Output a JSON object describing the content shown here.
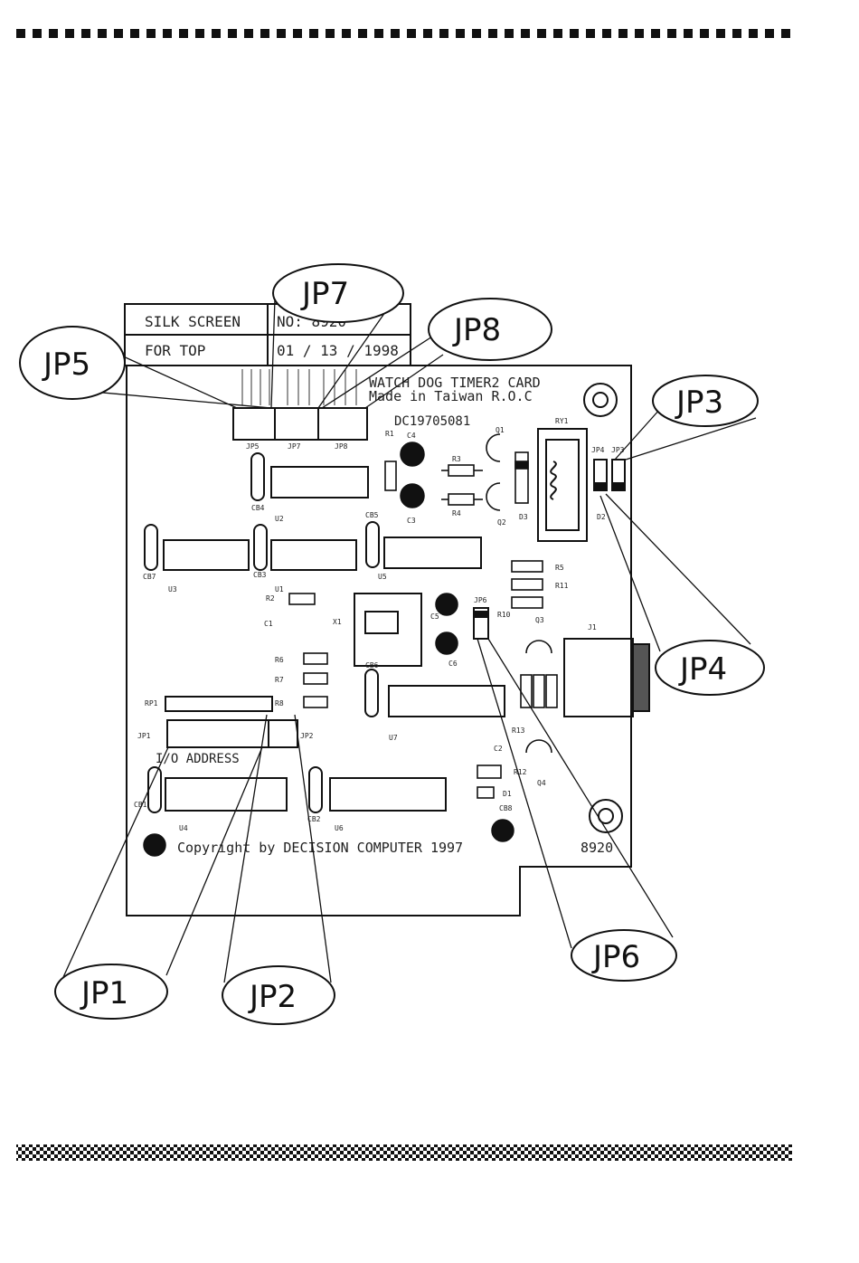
{
  "header_table": {
    "row1_left": "SILK SCREEN",
    "row1_right": "NO:  8920",
    "row2_left": "FOR TOP",
    "row2_right": "01 / 13 / 1998"
  },
  "board": {
    "title_line1": "WATCH DOG TIMER2 CARD",
    "title_line2": "Made in Taiwan R.O.C",
    "serial": "DC19705081",
    "io_address": "I/O ADDRESS",
    "copyright": "Copyright by DECISION COMPUTER 1997",
    "model": "8920",
    "header_pins": [
      "JP5",
      "JP7",
      "JP8"
    ],
    "components": {
      "u1": "U1",
      "u2": "U2",
      "u3": "U3",
      "u4": "U4",
      "u5": "U5",
      "u6": "U6",
      "u7": "U7",
      "c1": "C1",
      "c2": "C2",
      "c3": "C3",
      "c4": "C4",
      "c5": "C5",
      "c6": "C6",
      "r1": "R1",
      "r2": "R2",
      "r3": "R3",
      "r4": "R4",
      "r5": "R5",
      "r6": "R6",
      "r7": "R7",
      "r8": "R8",
      "r10": "R10",
      "r11": "R11",
      "r12": "R12",
      "r13": "R13",
      "q1": "Q1",
      "q2": "Q2",
      "q3": "Q3",
      "q4": "Q4",
      "d1": "D1",
      "d2": "D2",
      "d3": "D3",
      "ry1": "RY1",
      "j1": "J1",
      "x1": "X1",
      "rp1": "RP1",
      "cb1": "CB1",
      "cb2": "CB2",
      "cb3": "CB3",
      "cb4": "CB4",
      "cb5": "CB5",
      "cb6": "CB6",
      "cb7": "CB7",
      "cb8": "CB8",
      "jp1": "JP1",
      "jp2": "JP2",
      "jp3": "JP3",
      "jp4": "JP4",
      "jp6": "JP6"
    }
  },
  "callouts": {
    "jp1": "JP1",
    "jp2": "JP2",
    "jp3": "JP3",
    "jp4": "JP4",
    "jp5": "JP5",
    "jp6": "JP6",
    "jp7": "JP7",
    "jp8": "JP8"
  },
  "colors": {
    "ink": "#1a1a1a",
    "background": "#ffffff"
  }
}
